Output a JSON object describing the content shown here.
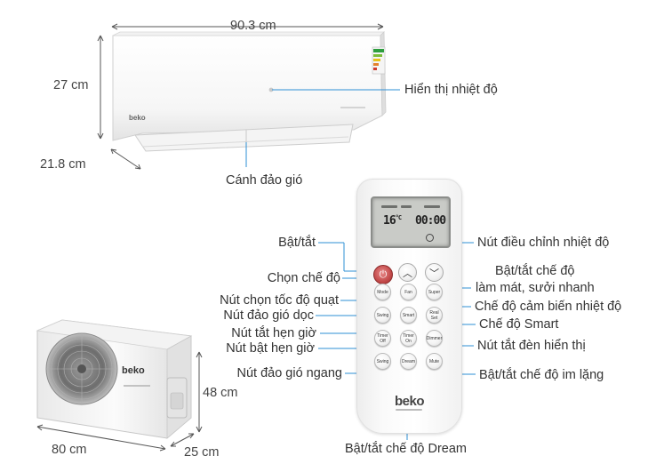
{
  "dimensions": {
    "indoor_width": "90.3 cm",
    "indoor_height": "27 cm",
    "indoor_depth": "21.8 cm",
    "outdoor_height": "48 cm",
    "outdoor_width": "80 cm",
    "outdoor_depth": "25 cm"
  },
  "indoor_labels": {
    "temp_display": "Hiển thị nhiệt độ",
    "louver": "Cánh đảo gió"
  },
  "brand": "beko",
  "remote": {
    "lcd_temp": "16",
    "lcd_unit": "°C",
    "lcd_clock": "00:00",
    "buttons": {
      "mode": "Mode",
      "fan": "Fan",
      "super": "Super",
      "swing_v": "Swing",
      "smart": "Smart",
      "real_set": "Real Set",
      "timer_off": "Timer Off",
      "timer_on": "Timer On",
      "dimmer": "Dimmer",
      "swing_h": "Swing",
      "dream": "Dream",
      "mute": "Mute"
    }
  },
  "callouts": {
    "power": "Bật/tắt",
    "mode": "Chọn chế độ",
    "fan_speed": "Nút chọn tốc độ quạt",
    "swing_vertical": "Nút đảo gió dọc",
    "timer_off": "Nút tắt hẹn giờ",
    "timer_on": "Nút bật hẹn giờ",
    "swing_horizontal": "Nút đảo gió ngang",
    "temp_adjust": "Nút điều chỉnh nhiệt độ",
    "super_line1": "Bật/tắt chế độ",
    "super_line2": "làm mát, sưởi nhanh",
    "real_set": "Chế độ cảm biến nhiệt độ",
    "smart": "Chế độ Smart",
    "dimmer": "Nút tắt đèn hiển thị",
    "mute": "Bật/tắt chế độ im lặng",
    "dream": "Bật/tắt chế độ Dream"
  },
  "colors": {
    "callout_line": "#2d8fd5",
    "text": "#333333"
  }
}
